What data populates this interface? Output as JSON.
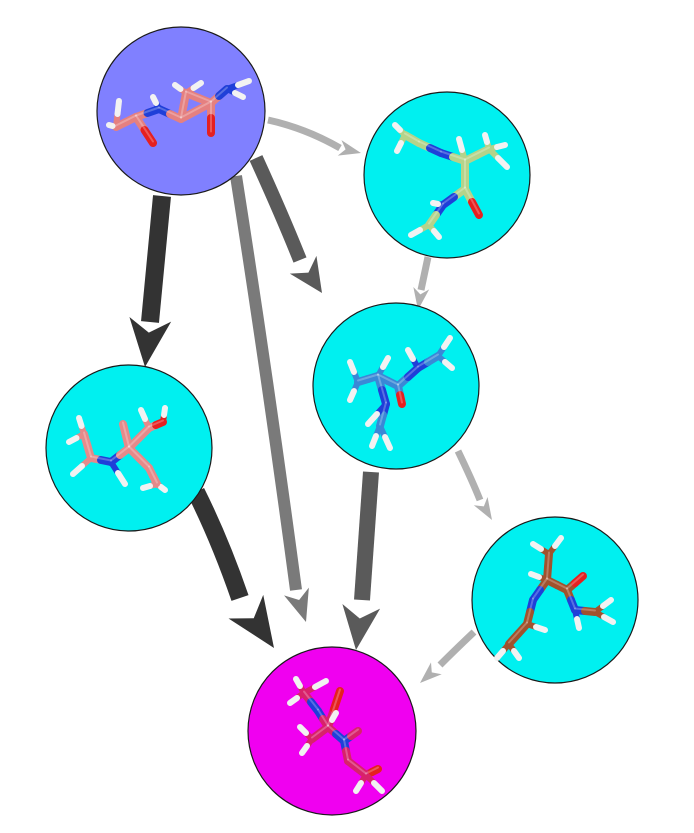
{
  "colors": {
    "background": "#ffffff",
    "source_fill": "#8080ff",
    "intermediate_fill": "#00f0f0",
    "sink_fill": "#f000f0",
    "node_stroke": "#1a1a1a",
    "flux_strong": "#333333",
    "flux_medium": "#5a5a5a",
    "flux_mid": "#7a7a7a",
    "flux_weak": "#b0b0b0",
    "atom_hydrogen": "#f2f2f2",
    "atom_nitrogen": "#1f3fd8",
    "atom_oxygen": "#e52020"
  },
  "nodes": [
    {
      "id": "state-1",
      "role": "source",
      "carbon_color": "#e58080"
    },
    {
      "id": "state-2",
      "role": "intermediate",
      "carbon_color": "#b5d38a"
    },
    {
      "id": "state-3",
      "role": "intermediate",
      "carbon_color": "#e58a8a"
    },
    {
      "id": "state-4",
      "role": "intermediate",
      "carbon_color": "#3a88d6"
    },
    {
      "id": "state-5",
      "role": "intermediate",
      "carbon_color": "#a0522d"
    },
    {
      "id": "state-6",
      "role": "sink",
      "carbon_color": "#d8226a"
    }
  ],
  "edges": [
    {
      "from": "state-1",
      "to": "state-2",
      "strength": "weak"
    },
    {
      "from": "state-1",
      "to": "state-3",
      "strength": "strong"
    },
    {
      "from": "state-1",
      "to": "state-4",
      "strength": "medium"
    },
    {
      "from": "state-1",
      "to": "state-6",
      "strength": "mid"
    },
    {
      "from": "state-2",
      "to": "state-4",
      "strength": "weak"
    },
    {
      "from": "state-3",
      "to": "state-6",
      "strength": "strong"
    },
    {
      "from": "state-4",
      "to": "state-6",
      "strength": "medium"
    },
    {
      "from": "state-4",
      "to": "state-5",
      "strength": "weak"
    },
    {
      "from": "state-5",
      "to": "state-6",
      "strength": "weak"
    }
  ]
}
